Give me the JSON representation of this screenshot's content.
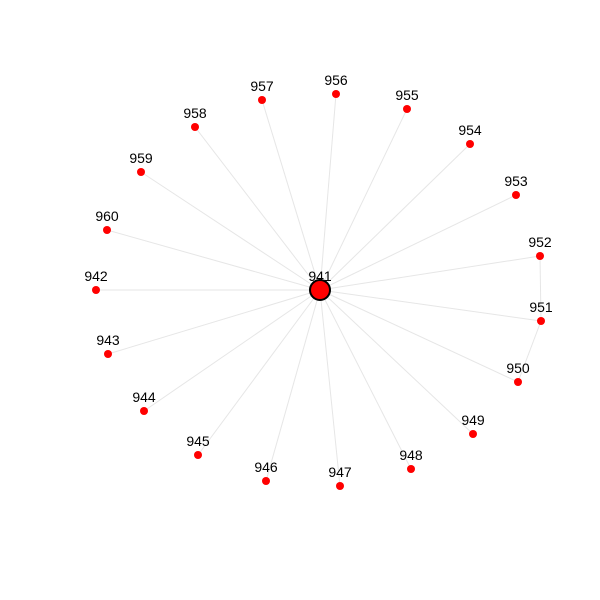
{
  "colors": {
    "node": "#ff0000",
    "edge": "#e6e6e6",
    "hub_outline": "#000000",
    "label": "#000000",
    "background": "#ffffff"
  },
  "hub": {
    "id": "941"
  },
  "nodes": [
    {
      "id": "942",
      "edges": [
        "941"
      ]
    },
    {
      "id": "943",
      "edges": [
        "941"
      ]
    },
    {
      "id": "944",
      "edges": [
        "941"
      ]
    },
    {
      "id": "945",
      "edges": [
        "941"
      ]
    },
    {
      "id": "946",
      "edges": [
        "941"
      ]
    },
    {
      "id": "947",
      "edges": [
        "941"
      ]
    },
    {
      "id": "948",
      "edges": [
        "941"
      ]
    },
    {
      "id": "949",
      "edges": [
        "941"
      ]
    },
    {
      "id": "950",
      "edges": [
        "941"
      ]
    },
    {
      "id": "951",
      "edges": [
        "941",
        "950",
        "952"
      ]
    },
    {
      "id": "952",
      "edges": [
        "941",
        "951"
      ]
    },
    {
      "id": "953",
      "edges": [
        "941"
      ]
    },
    {
      "id": "954",
      "edges": [
        "941"
      ]
    },
    {
      "id": "955",
      "edges": [
        "941"
      ]
    },
    {
      "id": "956",
      "edges": [
        "941"
      ]
    },
    {
      "id": "957",
      "edges": [
        "941"
      ]
    },
    {
      "id": "958",
      "edges": [
        "941"
      ]
    },
    {
      "id": "959",
      "edges": [
        "941"
      ]
    },
    {
      "id": "960",
      "edges": [
        "941"
      ]
    }
  ]
}
